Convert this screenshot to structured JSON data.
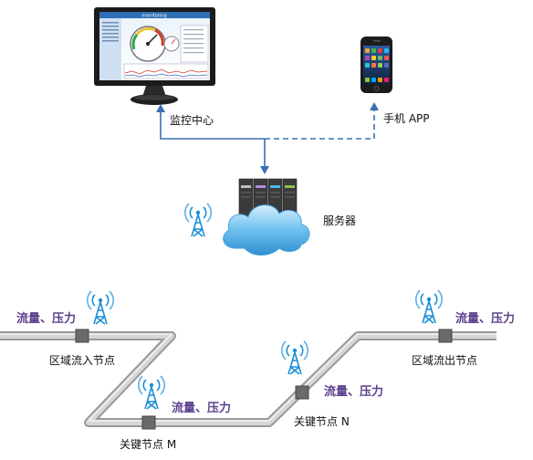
{
  "labels": {
    "monitor_center": "监控中心",
    "mobile_app": "手机 APP",
    "server": "服务器",
    "inflow_node": "区域流入节点",
    "outflow_node": "区域流出节点",
    "key_node_m": "关键节点 M",
    "key_node_n": "关键节点 N"
  },
  "metrics": {
    "inflow": "流量、压力",
    "outflow": "流量、压力",
    "node_m": "流量、压力",
    "node_n": "流量、压力"
  },
  "colors": {
    "arrow": "#3a6fb5",
    "pipe": "#c4c4c4",
    "cloud": "#5fb6ea",
    "antenna": "#1a8fd6",
    "metric_text": "#5b3f8c"
  }
}
